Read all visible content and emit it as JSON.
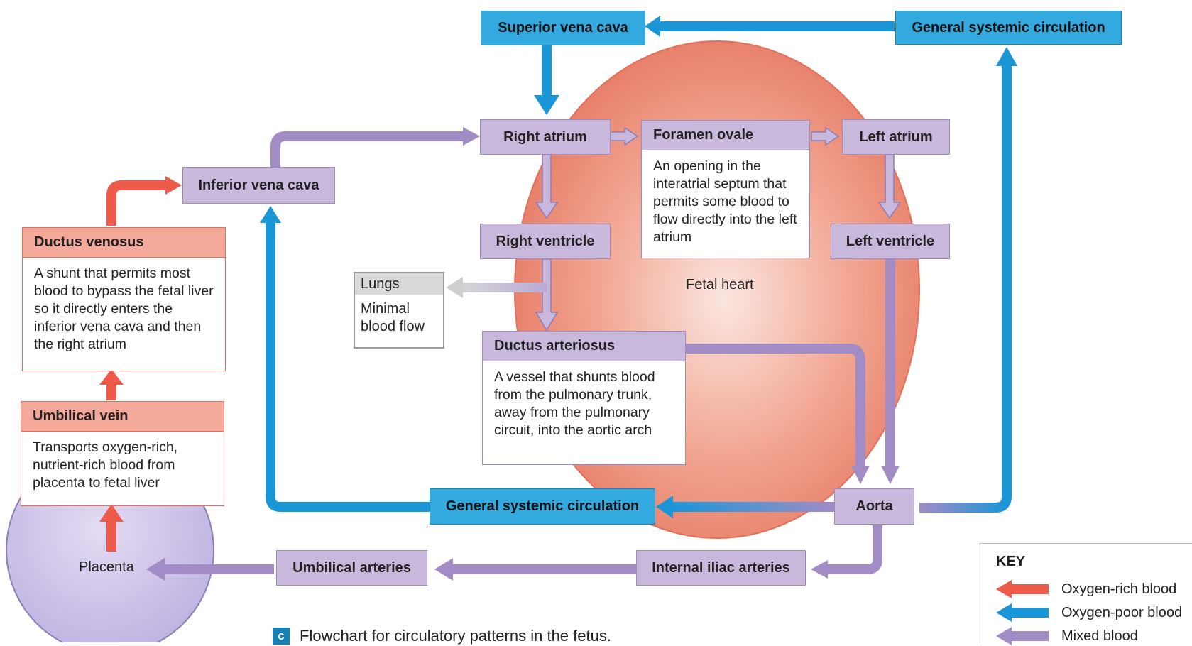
{
  "boxes": {
    "superior_vena_cava": "Superior vena cava",
    "general_systemic_top": "General systemic circulation",
    "right_atrium": "Right atrium",
    "left_atrium": "Left atrium",
    "right_ventricle": "Right ventricle",
    "left_ventricle": "Left ventricle",
    "inferior_vena_cava": "Inferior vena cava",
    "general_systemic_bottom": "General systemic circulation",
    "aorta": "Aorta",
    "internal_iliac_arteries": "Internal iliac arteries",
    "umbilical_arteries": "Umbilical arteries"
  },
  "cards": {
    "foramen_ovale": {
      "title": "Foramen ovale",
      "body": "An opening in the interatrial septum that permits some blood to flow directly into the left atrium"
    },
    "ductus_arteriosus": {
      "title": "Ductus arteriosus",
      "body": "A vessel that shunts blood from the pulmonary trunk, away from the pulmonary circuit, into the aortic arch"
    },
    "ductus_venosus": {
      "title": "Ductus venosus",
      "body": "A shunt that permits most blood to bypass the fetal liver so it directly enters the inferior vena cava and then the right atrium"
    },
    "umbilical_vein": {
      "title": "Umbilical vein",
      "body": "Transports oxygen-rich, nutrient-rich blood from placenta to fetal liver"
    },
    "lungs": {
      "title": "Lungs",
      "body": "Minimal blood flow"
    }
  },
  "labels": {
    "fetal_heart": "Fetal heart",
    "placenta": "Placenta"
  },
  "key": {
    "title": "KEY",
    "items": [
      {
        "label": "Oxygen-rich blood",
        "color": "#ef5b4b"
      },
      {
        "label": "Oxygen-poor blood",
        "color": "#1a95d6"
      },
      {
        "label": "Mixed blood",
        "color": "#a28cc6"
      }
    ]
  },
  "caption": {
    "badge": "c",
    "text": "Flowchart for circulatory patterns in the fetus."
  },
  "colors": {
    "oxygen_rich": "#ef5b4b",
    "oxygen_poor": "#1a95d6",
    "mixed": "#a28cc6",
    "heart": "#ec8a72",
    "placenta": "#c7bde6"
  }
}
